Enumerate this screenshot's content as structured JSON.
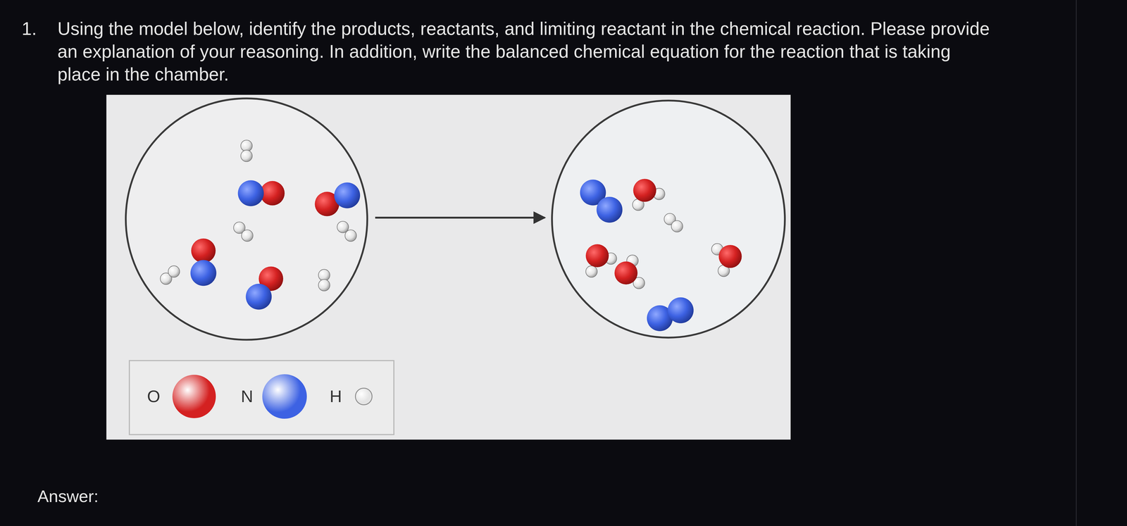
{
  "diagram": {
    "title": "Using the model below, identify the products, reactants, and limiting reactant in the chemical reaction. Please provide an explanation of your reasoning. In addition, write the balanced chemical equation for the reaction that is taking place in the chamber.",
    "labels": [
      "1.",
      "Answer:"
    ],
    "legend": [
      {
        "text": "O",
        "color": "#d42121"
      },
      {
        "text": "N",
        "color": "#3d62e3"
      },
      {
        "text": "H",
        "color": "#e4e4e4"
      }
    ]
  }
}
